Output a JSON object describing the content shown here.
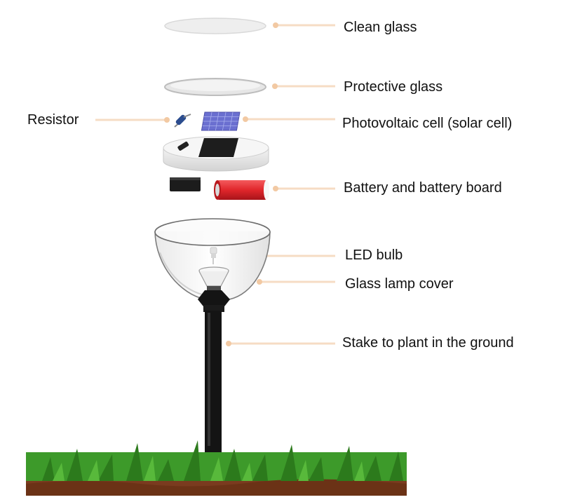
{
  "diagram": {
    "labels": {
      "clean_glass": "Clean glass",
      "protective_glass": "Protective glass",
      "resistor": "Resistor",
      "photovoltaic_cell": "Photovoltaic cell (solar cell)",
      "battery": "Battery and battery board",
      "led_bulb": "LED bulb",
      "glass_lamp_cover": "Glass lamp cover",
      "stake": "Stake to plant in the ground"
    },
    "colors": {
      "leader_line": "#f6dcc4",
      "leader_dot": "#f2c9a3",
      "battery_red": "#e0262b",
      "stake_black": "#111111",
      "grass_green": "#3d9a2a",
      "soil_brown": "#7a3b1f",
      "solar_blue": "#6a6fd0"
    }
  }
}
